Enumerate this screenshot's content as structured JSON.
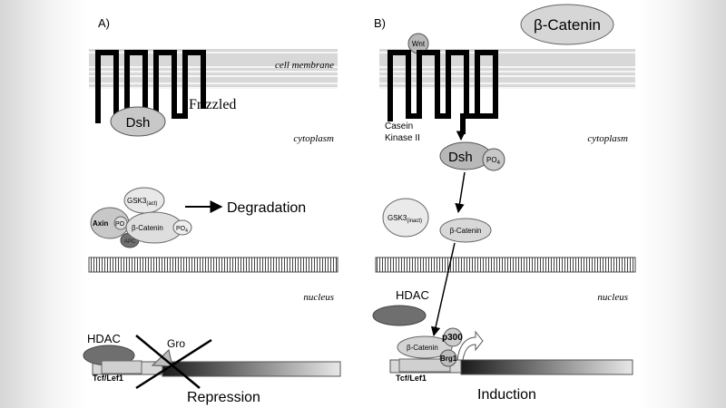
{
  "panel_a": {
    "label": "A)",
    "cell_membrane": "cell membrane",
    "frizzled": "Frizzled",
    "dsh": "Dsh",
    "cytoplasm": "cytoplasm",
    "gsk3": "GSK3",
    "gsk3_sub": "(act)",
    "axin": "Axin",
    "po_small": "PO",
    "apc": "APC",
    "beta_catenin": "β-Catenin",
    "po4": "PO",
    "po4_sub": "4",
    "degradation": "Degradation",
    "nucleus": "nucleus",
    "hdac": "HDAC",
    "gro": "Gro",
    "tcf": "Tcf/Lef1",
    "repression": "Repression"
  },
  "panel_b": {
    "label": "B)",
    "beta_catenin_big": "β-Catenin",
    "wnt": "Wnt",
    "casein_line1": "Casein",
    "casein_line2": "Kinase II",
    "dsh": "Dsh",
    "po4": "PO",
    "po4_sub": "4",
    "cytoplasm": "cytoplasm",
    "gsk3": "GSK3",
    "gsk3_sub": "(inact)",
    "beta_catenin": "β-Catenin",
    "nucleus": "nucleus",
    "hdac": "HDAC",
    "p300": "p300",
    "beta_catenin_complex": "β-Catenin",
    "brg1": "Brg1",
    "tcf": "Tcf/Lef1",
    "induction": "Induction"
  },
  "colors": {
    "protein_light": "#e6e6e6",
    "protein_mid": "#c4c4c4",
    "protein_dark": "#6f6f6f",
    "membrane": "#c9c9c9"
  }
}
